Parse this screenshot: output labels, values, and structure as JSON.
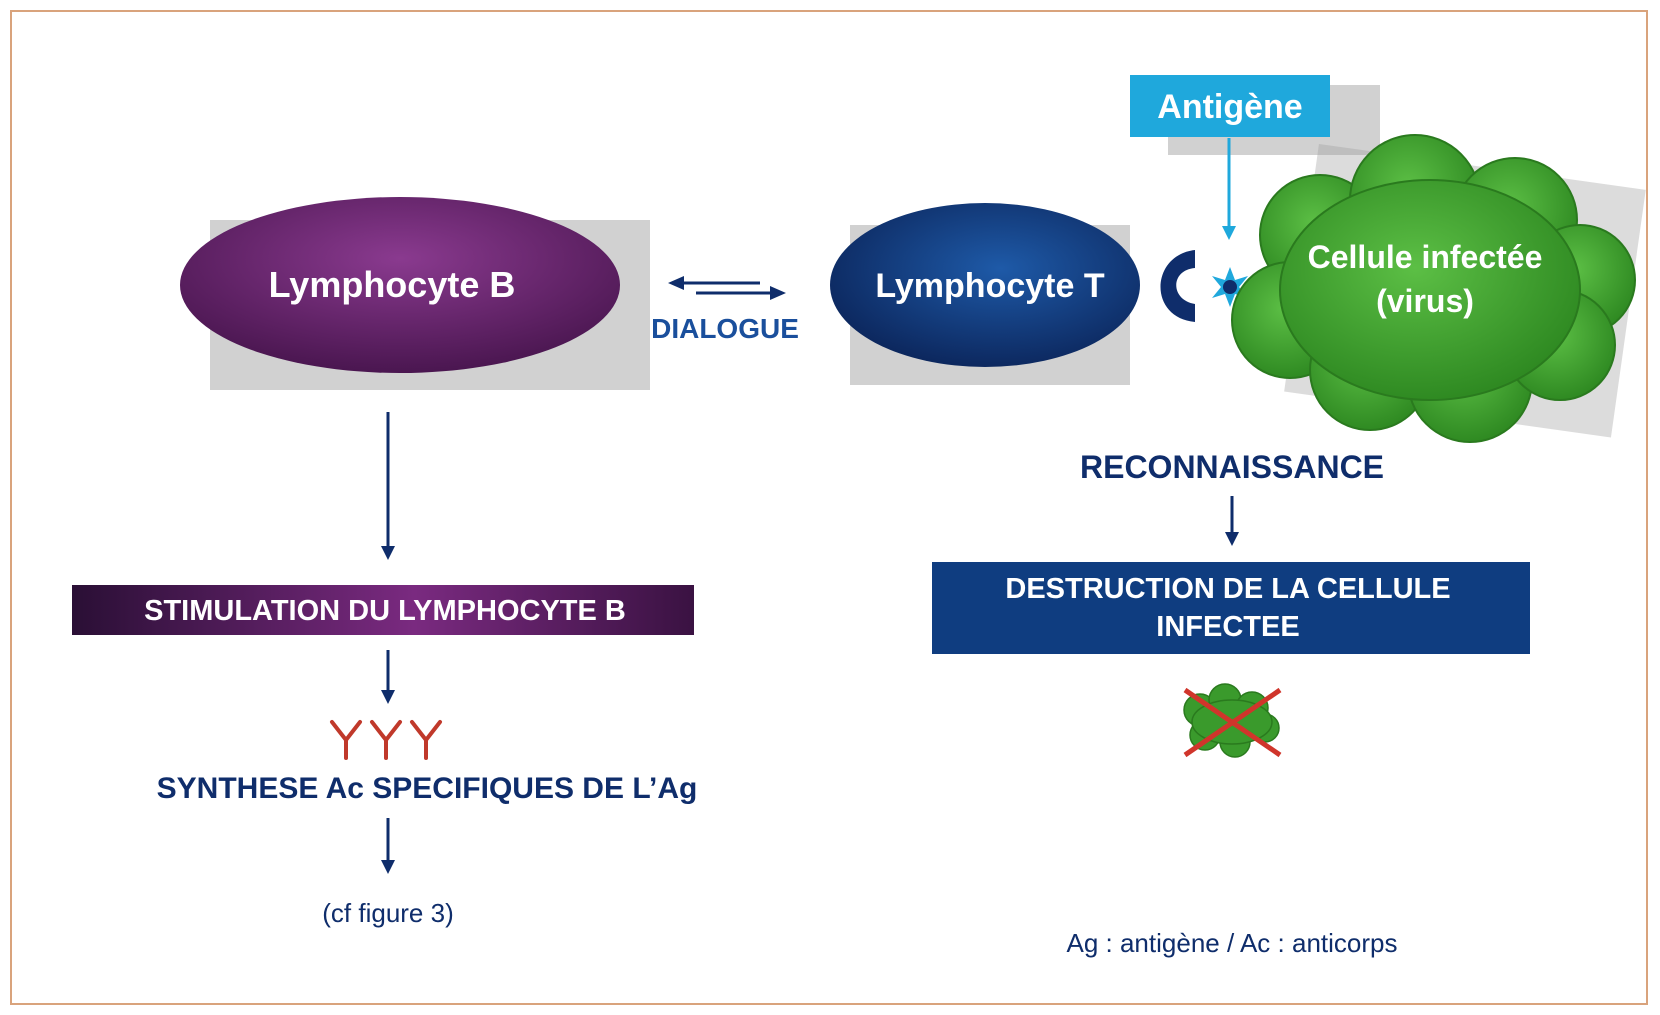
{
  "lymphocyte_b": {
    "label": "Lymphocyte B"
  },
  "lymphocyte_t": {
    "label": "Lymphocyte T"
  },
  "dialogue": {
    "label": "DIALOGUE"
  },
  "antigen": {
    "label": "Antigène"
  },
  "infected_cell": {
    "line1": "Cellule infectée",
    "line2": "(virus)"
  },
  "reconnaissance": {
    "label": "RECONNAISSANCE"
  },
  "destruction": {
    "line1": "DESTRUCTION DE LA CELLULE",
    "line2": "INFECTEE"
  },
  "stimulation": {
    "label": "STIMULATION DU LYMPHOCYTE B"
  },
  "synthese": {
    "label": "SYNTHESE Ac SPECIFIQUES DE L’Ag"
  },
  "cf_figure": {
    "label": "(cf figure 3)"
  },
  "legend": {
    "label": "Ag : antigène / Ac : anticorps"
  },
  "colors": {
    "navy": "#0f2d6b",
    "purple": "#5a1c63",
    "cyan": "#1fa8dc",
    "green": "#3a9a2c",
    "red": "#c0392b",
    "antibody": "#c0392b"
  }
}
